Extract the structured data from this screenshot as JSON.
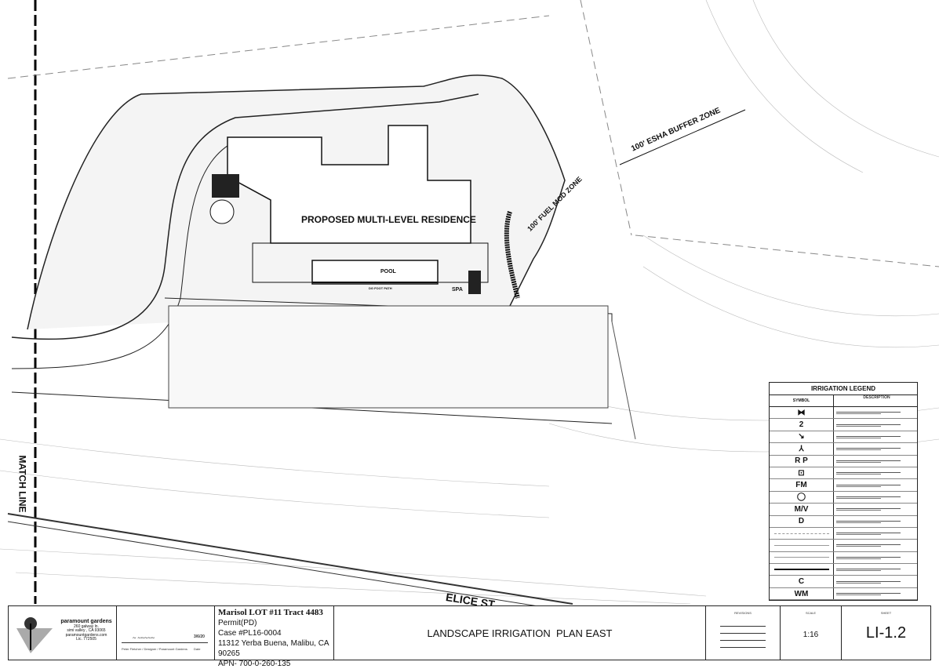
{
  "plan": {
    "residence_label": "PROPOSED MULTI-LEVEL RESIDENCE",
    "pool_label": "POOL",
    "spa_label": "SPA",
    "path_label": "DG FOOT PATH",
    "buffer_label": "100' ESHA BUFFER ZONE",
    "fuel_label": "100' FUEL MOD ZONE",
    "match_line": "MATCH LINE",
    "street": "ELICE ST."
  },
  "legend": {
    "title": "IRRIGATION LEGEND",
    "col_symbol": "SYMBOL",
    "col_description": "DESCRIPTION",
    "symbols": [
      "⧓",
      "2",
      "↘",
      "⅄",
      "R P",
      "⊡",
      "FM",
      "◯",
      "M/V",
      "D",
      "",
      "",
      "",
      "",
      "C",
      "WM"
    ]
  },
  "titleblock": {
    "company": "paramount gardens",
    "address1": "260 galway ln.",
    "address2": "simi valley , CA 93065",
    "website": "paramountgardens.com",
    "license": "Lic. 772505",
    "date_sig": "3/6/20",
    "designer": "Peter Fletcher / Designer / Paramount Gardens",
    "date_label": "Date",
    "project": "Marisol LOT #11 Tract 4483",
    "permit": "Permit(PD)",
    "case": "Case #PL16-0004",
    "address": "11312 Yerba Buena, Malibu, CA 90265",
    "apn": "APN- 700-0-260-135",
    "sheet_title": "LANDSCAPE IRRIGATION  PLAN EAST",
    "revisions_label": "REVISIONS",
    "scale_label": "SCALE",
    "scale": "1:16",
    "sheet_label": "SHEET",
    "sheet": "LI-1.2"
  }
}
